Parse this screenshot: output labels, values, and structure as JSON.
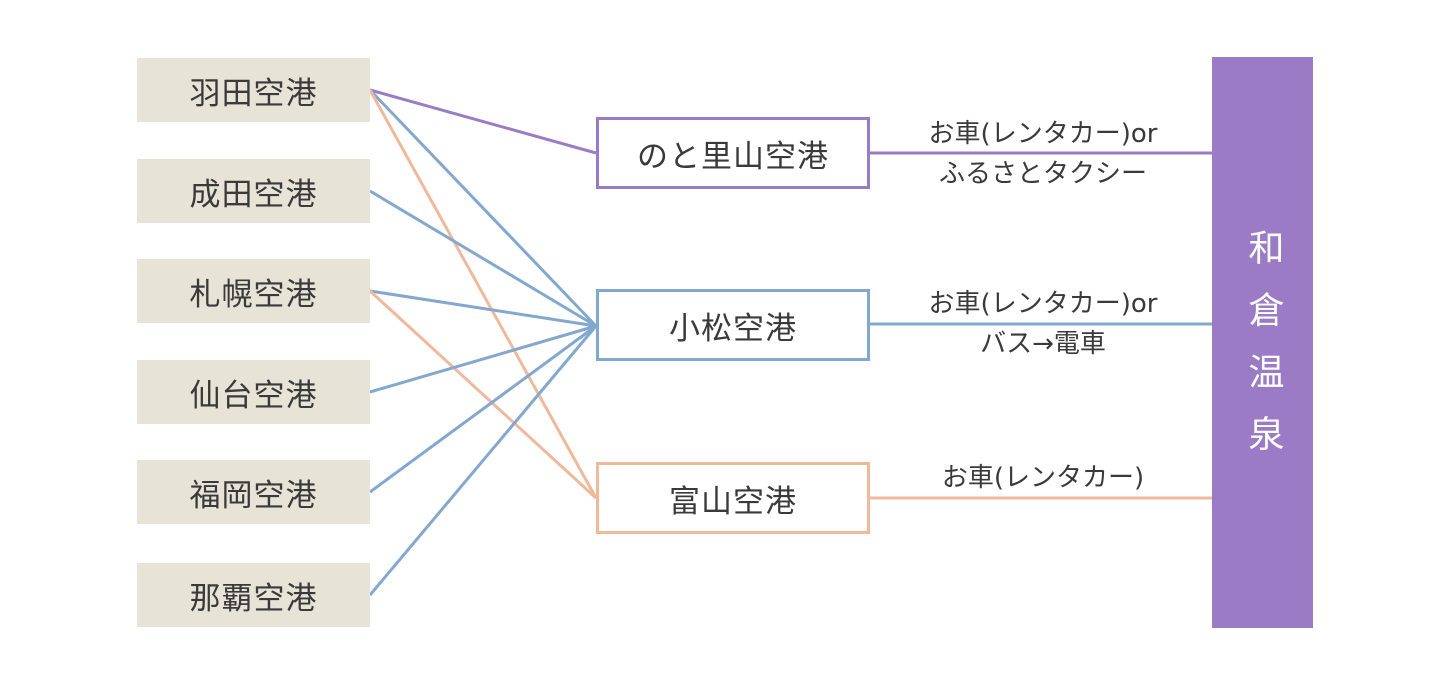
{
  "colors": {
    "noto": "#9b7bc6",
    "komatsu": "#83a8cf",
    "toyama": "#f0b99b",
    "origin_box": "#e7e3d6",
    "destination": "#9b7bc6"
  },
  "origins": [
    {
      "label": "羽田空港"
    },
    {
      "label": "成田空港"
    },
    {
      "label": "札幌空港"
    },
    {
      "label": "仙台空港"
    },
    {
      "label": "福岡空港"
    },
    {
      "label": "那覇空港"
    }
  ],
  "hubs": [
    {
      "label": "のと里山空港",
      "route_line1": "お車(レンタカー)or",
      "route_line2": "ふるさとタクシー"
    },
    {
      "label": "小松空港",
      "route_line1": "お車(レンタカー)or",
      "route_line2": "バス→電車"
    },
    {
      "label": "富山空港",
      "route_line1": "お車(レンタカー)",
      "route_line2": ""
    }
  ],
  "destination": {
    "label": "和倉温泉"
  },
  "connections": [
    {
      "from": "羽田空港",
      "to": "のと里山空港"
    },
    {
      "from": "羽田空港",
      "to": "小松空港"
    },
    {
      "from": "羽田空港",
      "to": "富山空港"
    },
    {
      "from": "成田空港",
      "to": "小松空港"
    },
    {
      "from": "札幌空港",
      "to": "小松空港"
    },
    {
      "from": "札幌空港",
      "to": "富山空港"
    },
    {
      "from": "仙台空港",
      "to": "小松空港"
    },
    {
      "from": "福岡空港",
      "to": "小松空港"
    },
    {
      "from": "那覇空港",
      "to": "小松空港"
    }
  ]
}
